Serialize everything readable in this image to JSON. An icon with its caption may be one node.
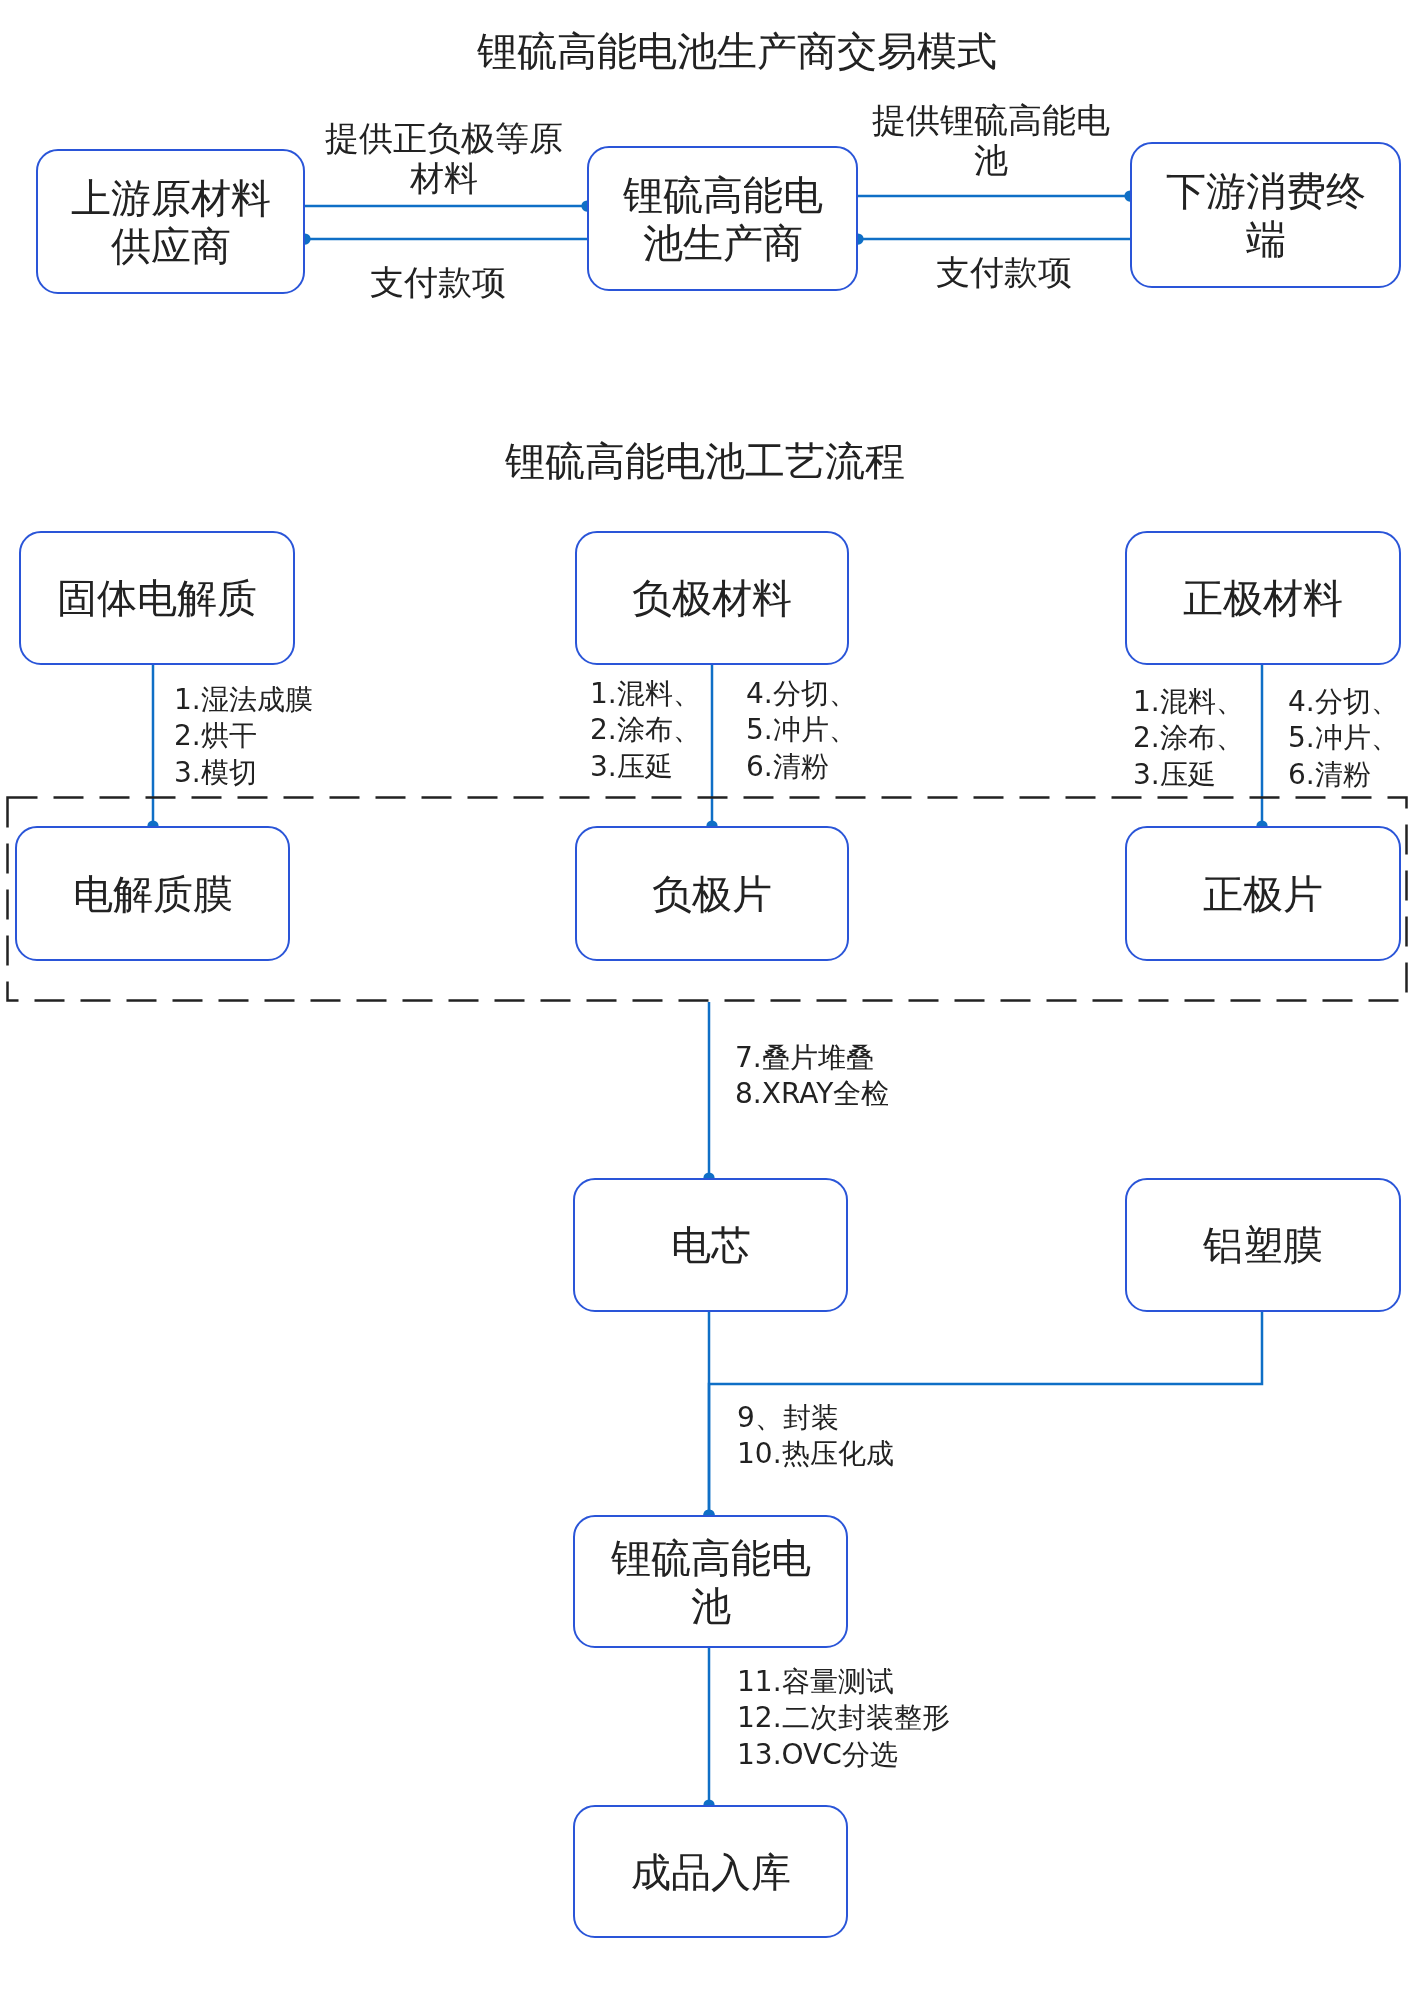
{
  "diagram": {
    "title": "锂硫高能电池生产商交易模式",
    "nodes": [
      {
        "text": [
          "上游原材料供应商"
        ]
      },
      {
        "text": [
          "锂硫高能电池生产商"
        ]
      },
      {
        "text": [
          "下游消费终端"
        ]
      },
      {
        "text": [
          "固体电解质"
        ]
      },
      {
        "text": [
          "负极材料"
        ]
      },
      {
        "text": [
          "正极材料"
        ]
      },
      {
        "text": [],
        "shape": "box"
      },
      {
        "text": [
          "电解质膜"
        ],
        "in": 6
      },
      {
        "text": [
          "负极片"
        ],
        "in": 6
      },
      {
        "text": [
          "正极片"
        ],
        "in": 6
      },
      {
        "text": [
          "电芯"
        ]
      },
      {
        "text": [
          "铝塑膜"
        ]
      },
      {
        "text": [
          "锂硫高能电池"
        ]
      },
      {
        "text": [
          "成品入库"
        ]
      }
    ],
    "edges": [
      {
        "from": 0,
        "to": 1,
        "arrow": "other",
        "label": "提供正负极等原材料"
      },
      {
        "from": 1,
        "to": 0,
        "arrow": "other",
        "label": "支付款项"
      },
      {
        "from": 1,
        "to": 2,
        "arrow": "other",
        "label": "提供锂硫高能电池"
      },
      {
        "from": 2,
        "to": 1,
        "arrow": "other",
        "label": "支付款项"
      },
      {
        "from": 3,
        "to": 7,
        "arrow": "other",
        "label": "1.湿法成膜 2.烘干 3.模切"
      },
      {
        "from": 4,
        "to": 8,
        "arrow": "other",
        "label": "1.混料、 2.涂布、 3.压延"
      },
      {
        "from": 5,
        "to": 9,
        "arrow": "other",
        "label": "1.混料、 2.涂布、 3.压延"
      },
      {
        "from": 6,
        "to": 10,
        "arrow": "other",
        "label": "7.叠片堆叠 8.XRAY全检"
      },
      {
        "from": 10,
        "to": 12,
        "arrow": "other",
        "label": "9、封装 10.热压化成"
      },
      {
        "from": 11,
        "to": 12,
        "arrow": "other"
      },
      {
        "from": 12,
        "to": 13,
        "arrow": "other",
        "label": "11.容量测试 12.二次封装整形 13.OVC分选"
      }
    ],
    "labels": [
      "锂硫高能电池工艺流程",
      "4.分切、 5.冲片、 6.清粉",
      "4.分切、 5.冲片、 6.清粉"
    ]
  }
}
